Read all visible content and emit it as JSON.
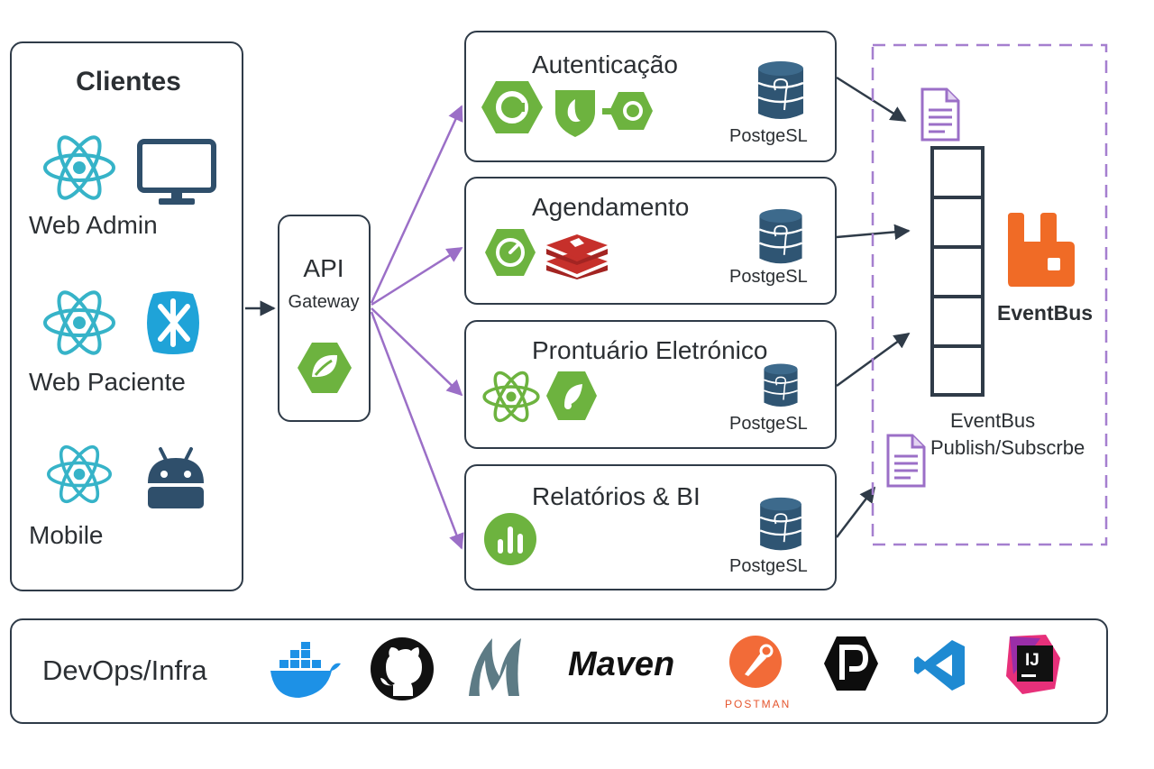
{
  "clients": {
    "title": "Clientes",
    "items": [
      {
        "label": "Web Admin",
        "icons": [
          "react-icon",
          "monitor-icon"
        ]
      },
      {
        "label": "Web Paciente",
        "icons": [
          "react-icon",
          "capacitor-icon"
        ]
      },
      {
        "label": "Mobile",
        "icons": [
          "react-icon",
          "android-icon"
        ]
      }
    ]
  },
  "gateway": {
    "title": "API",
    "subtitle": "Gateway",
    "icon": "spring-icon"
  },
  "services": [
    {
      "title": "Autenticação",
      "db_label": "PostgeSL",
      "icons": [
        "auth-hexagon-icon",
        "security-shield-icon",
        "key-icon"
      ]
    },
    {
      "title": "Agendamento",
      "db_label": "PostgeSL",
      "icons": [
        "scheduler-icon",
        "redis-icon"
      ]
    },
    {
      "title": "Prontuário Eletrónico",
      "db_label": "PostgeSL",
      "icons": [
        "react-icon",
        "spring-leaf-icon"
      ]
    },
    {
      "title": "Relatórios & BI",
      "db_label": "PostgeSL",
      "icons": [
        "chart-icon"
      ]
    }
  ],
  "eventbus": {
    "title": "EventBus",
    "caption_line1": "EventBus",
    "caption_line2": "Publish/Subscrbe",
    "icons": [
      "rabbitmq-icon",
      "document-icon",
      "queue-icon"
    ]
  },
  "devops": {
    "title": "DevOps/Infra",
    "tools": [
      "docker-icon",
      "github-icon",
      "m-logo-icon",
      "maven-logo",
      "postman-icon",
      "p-logo-icon",
      "vscode-icon",
      "intellij-icon"
    ],
    "maven_label": "Maven",
    "postman_label": "POSTMAN",
    "intellij_label": "IJ"
  },
  "colors": {
    "outline": "#2f3b48",
    "arrow_purple": "#9b6fc7",
    "green": "#6db33f",
    "react": "#36b3c8",
    "rabbit_orange": "#f06b26",
    "eventbus_dashed": "#a57fcf"
  }
}
